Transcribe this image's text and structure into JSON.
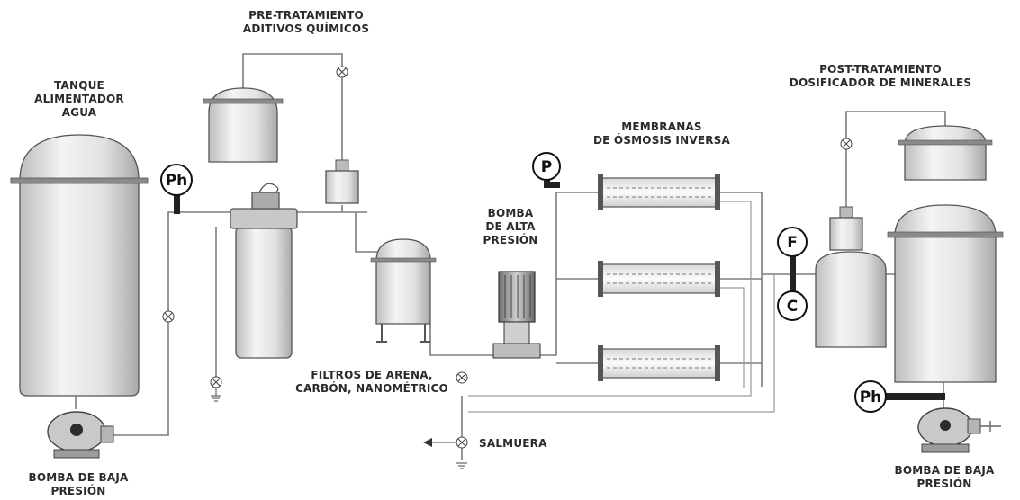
{
  "labels": {
    "tanque": [
      "TANQUE",
      "ALIMENTADOR",
      "AGUA"
    ],
    "pretrat": [
      "PRE-TRATAMIENTO",
      "ADITIVOS QUÍMICOS"
    ],
    "membranas": [
      "MEMBRANAS",
      "DE ÓSMOSIS INVERSA"
    ],
    "posttrat": [
      "POST-TRATAMIENTO",
      "DOSIFICADOR DE MINERALES"
    ],
    "bomba_alta": [
      "BOMBA",
      "DE ALTA",
      "PRESIÓN"
    ],
    "filtros": [
      "FILTROS DE ARENA,",
      "CARBÓN, NANOMÉTRICO"
    ],
    "salmuera": "SALMUERA",
    "bomba_baja_left": [
      "BOMBA DE BAJA",
      "PRESIÓN"
    ],
    "bomba_baja_right": [
      "BOMBA DE BAJA",
      "PRESIÓN"
    ]
  },
  "instruments": {
    "ph_left": "Ph",
    "p": "P",
    "f": "F",
    "c": "C",
    "ph_right": "Ph"
  }
}
